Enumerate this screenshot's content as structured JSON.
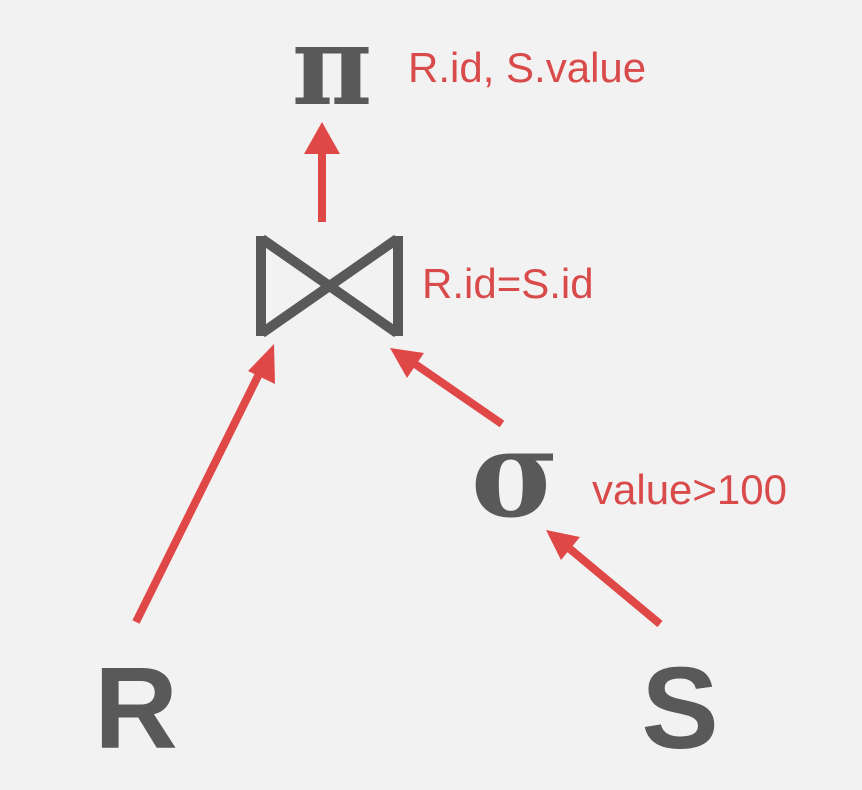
{
  "colors": {
    "background": "#f2f2f2",
    "operator": "#595959",
    "annotation": "#d94a4a",
    "edge": "#e04848"
  },
  "nodes": {
    "projection": {
      "symbol": "π",
      "annotation": "R.id, S.value"
    },
    "join": {
      "symbol": "bowtie-join",
      "annotation": "R.id=S.id"
    },
    "selection": {
      "symbol": "σ",
      "annotation": "value>100"
    },
    "relation_r": {
      "label": "R"
    },
    "relation_s": {
      "label": "S"
    }
  },
  "edges": [
    {
      "from": "join",
      "to": "projection"
    },
    {
      "from": "relation_r",
      "to": "join"
    },
    {
      "from": "selection",
      "to": "join"
    },
    {
      "from": "relation_s",
      "to": "selection"
    }
  ]
}
